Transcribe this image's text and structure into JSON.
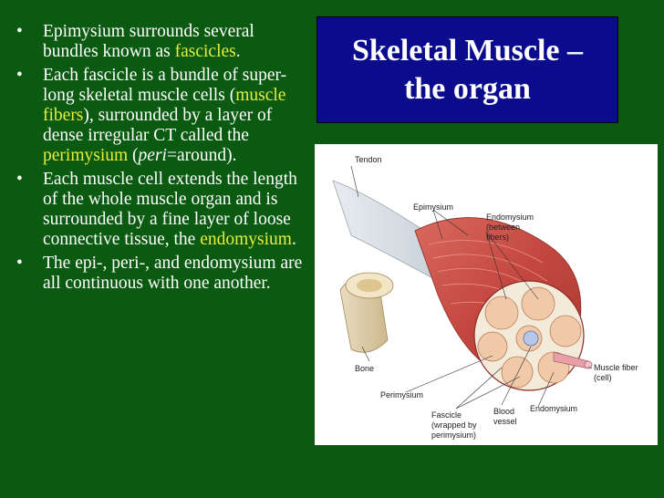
{
  "slide": {
    "title_line1": "Skeletal Muscle –",
    "title_line2": "the organ"
  },
  "bullets": [
    {
      "bullet": "•",
      "text_a": "Epimysium surrounds several bundles known as ",
      "hl_a": "fascicles",
      "text_b": "."
    },
    {
      "bullet": "•",
      "text_a": "Each fascicle is a bundle of super-long skeletal muscle cells (",
      "hl_a": "muscle fibers",
      "text_b": "), surrounded by a layer of dense irregular CT called the ",
      "hl_b": "perimysium",
      "text_c": " (",
      "italic": "peri",
      "text_d": "=around)."
    },
    {
      "bullet": "•",
      "text_a": "Each muscle cell extends the length of the whole muscle organ and is surrounded by a fine layer of loose connective tissue, the ",
      "hl_a": "endomysium",
      "text_b": "."
    },
    {
      "bullet": "•",
      "text_a": "The epi-, peri-, and endomysium are all continuous with one another."
    }
  ],
  "figure_labels": {
    "tendon": "Tendon",
    "epimysium": "Epimysium",
    "endomysium_between_1": "Endomysium",
    "endomysium_between_2": "(between",
    "endomysium_between_3": "fibers)",
    "bone": "Bone",
    "muscle_fiber_1": "Muscle fiber",
    "muscle_fiber_2": "(cell)",
    "perimysium": "Perimysium",
    "fascicle_1": "Fascicle",
    "fascicle_2": "(wrapped by",
    "fascicle_3": "perimysium)",
    "blood_vessel_1": "Blood",
    "blood_vessel_2": "vessel",
    "endomysium": "Endomysium"
  },
  "colors": {
    "background": "#0b5a11",
    "title_box": "#0b0b8e",
    "highlight": "#e8ee3a",
    "text": "#ffffff"
  }
}
